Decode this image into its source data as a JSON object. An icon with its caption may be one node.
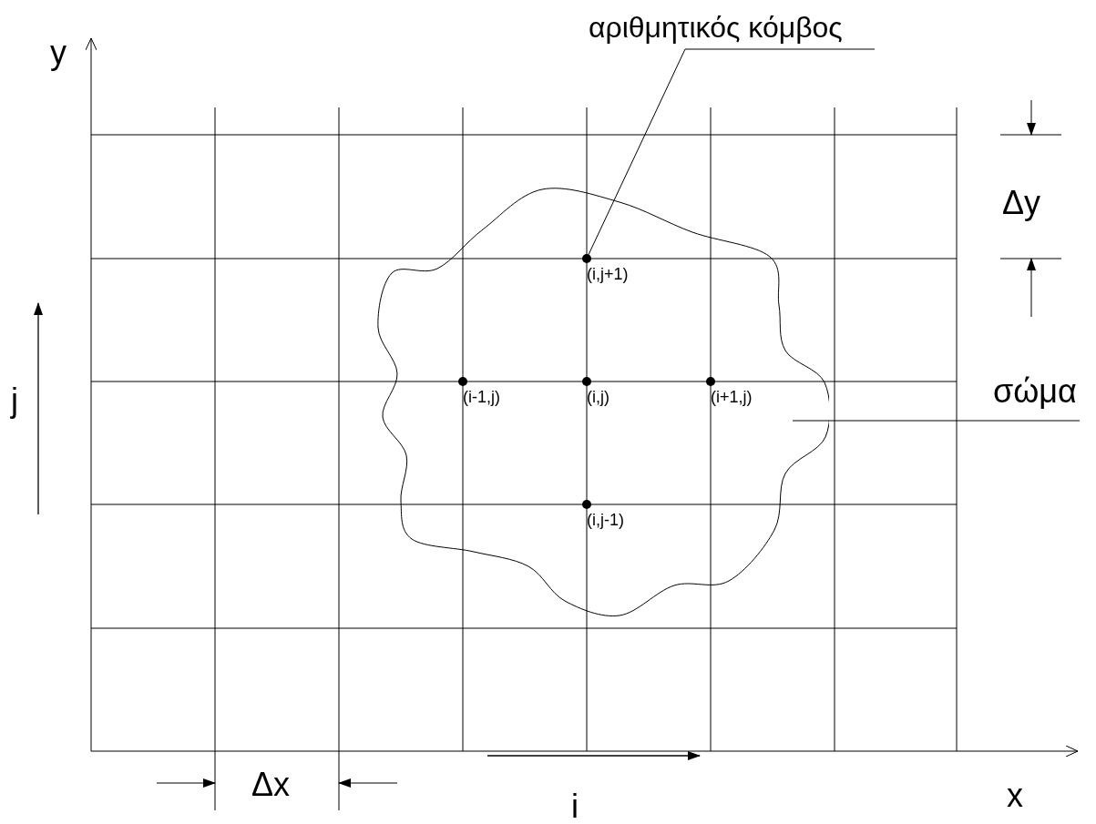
{
  "diagram": {
    "nodes": [
      {
        "text": [
          "αριθμητικός κόμβος"
        ]
      },
      {
        "text": [],
        "shape": "cloud"
      },
      {
        "text": [],
        "shape": "circle",
        "beside": [
          "(i,j+1)"
        ],
        "in": 1
      },
      {
        "text": [],
        "shape": "circle",
        "beside": [
          "(i-1,j)"
        ],
        "in": 1
      },
      {
        "text": [],
        "shape": "circle",
        "beside": [
          "(i,j)"
        ],
        "in": 1
      },
      {
        "text": [],
        "shape": "circle",
        "beside": [
          "(i+1,j)"
        ],
        "in": 1
      },
      {
        "text": [],
        "shape": "circle",
        "beside": [
          "(i,j-1)"
        ],
        "in": 1
      },
      {
        "text": [
          "σώμα"
        ]
      }
    ],
    "edges": [
      {
        "from": 0,
        "to": 2,
        "arrow": "none"
      },
      {
        "from": 7,
        "to": 1,
        "arrow": "none"
      }
    ],
    "labels": [
      "y",
      "Δy",
      "j",
      "x",
      "Δx",
      "i"
    ]
  }
}
